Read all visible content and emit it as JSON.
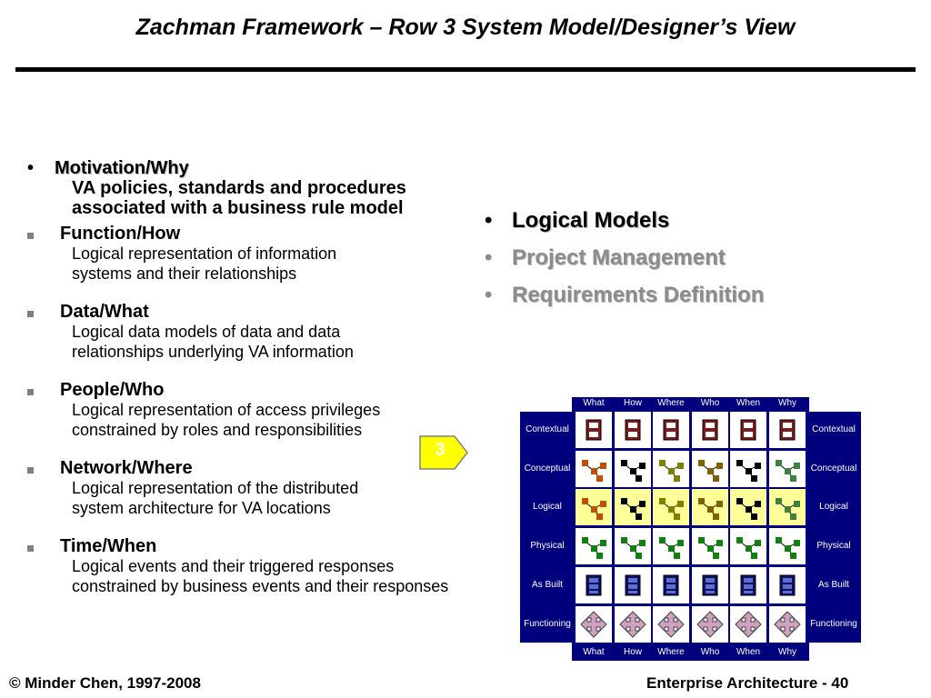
{
  "title": "Zachman Framework – Row 3  System Model/Designer’s View",
  "left_column": {
    "motivation": {
      "bullet": "•",
      "heading": "Motivation/Why",
      "lines": [
        "VA policies, standards and procedures",
        "associated with a business rule model"
      ]
    },
    "items": [
      {
        "heading": "Function/How",
        "lines": [
          "Logical representation of information",
          "systems and their relationships"
        ]
      },
      {
        "heading": "Data/What",
        "lines": [
          "Logical data models of data and data",
          "relationships underlying VA information"
        ]
      },
      {
        "heading": "People/Who",
        "lines": [
          "Logical representation of access privileges",
          "constrained by roles and responsibilities"
        ]
      },
      {
        "heading": "Network/Where",
        "lines": [
          "Logical representation of the distributed",
          "system architecture for VA locations"
        ]
      },
      {
        "heading": "Time/When",
        "lines": [
          "Logical events and their triggered responses",
          "constrained by business events and their responses"
        ]
      }
    ]
  },
  "right_list": {
    "bullet": "•",
    "items": [
      {
        "label": "Logical Models",
        "color": "#000000"
      },
      {
        "label": "Project Management",
        "color": "#8c8c8c"
      },
      {
        "label": "Requirements Definition",
        "color": "#8c8c8c"
      }
    ]
  },
  "zachman": {
    "row_marker": "3",
    "columns": [
      "What",
      "How",
      "Where",
      "Who",
      "When",
      "Why"
    ],
    "rows": [
      "Contextual",
      "Conceptual",
      "Logical",
      "Physical",
      "As Built",
      "Functioning"
    ],
    "highlight_row": "Logical",
    "colors": {
      "frame": "#00007f",
      "highlight": "#ffff99",
      "marker": "#ffff00",
      "cell": "#ffffff"
    }
  },
  "footer": {
    "left": "© Minder Chen, 1997-2008",
    "right": "Enterprise Architecture - 40"
  }
}
